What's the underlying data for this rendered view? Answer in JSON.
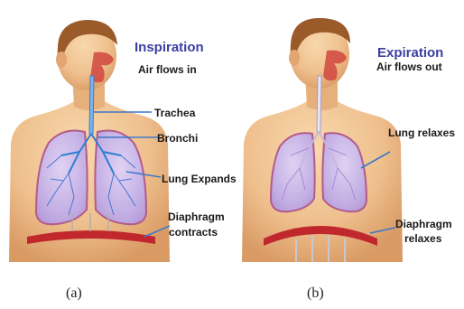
{
  "panel_a": {
    "title": "Inspiration",
    "subtitle": "Air flows in",
    "labels": {
      "trachea": "Trachea",
      "bronchi": "Bronchi",
      "lung": "Lung Expands",
      "diaphragm_line1": "Diaphragm",
      "diaphragm_line2": "contracts"
    },
    "caption": "(a)"
  },
  "panel_b": {
    "title": "Expiration",
    "subtitle": "Air flows out",
    "labels": {
      "lung": "Lung relaxes",
      "diaphragm_line1": "Diaphragm",
      "diaphragm_line2": "relaxes"
    },
    "caption": "(b)"
  },
  "colors": {
    "skin": "#f1c596",
    "skin_shadow": "#d99a64",
    "hair": "#9a5a2a",
    "lung_fill": "#c9b6e6",
    "lung_edge": "#b45a8a",
    "vessels": "#2f7fd0",
    "diaphragm": "#c0282e",
    "title_blue": "#3b3fa0"
  }
}
